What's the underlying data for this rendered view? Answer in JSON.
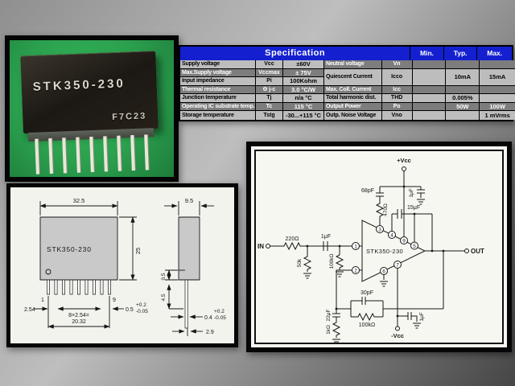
{
  "colors": {
    "table_header_blue": "#1420d0",
    "row_dark": "#7d7d7d",
    "row_light": "#bdbdbd",
    "photo_green": "#2fb257",
    "panel_frame": "#060606"
  },
  "photo": {
    "chip_label": "STK350-230",
    "chip_code": "F7C23"
  },
  "spec_table": {
    "title": "Specification",
    "value_headers": [
      "Min.",
      "Typ.",
      "Max."
    ],
    "left_rows": [
      {
        "name": "Supply voltage",
        "symbol": "Vcc",
        "value": "±60V"
      },
      {
        "name": "Max.Supply voltage",
        "symbol": "Vccmax",
        "value": "± 75V"
      },
      {
        "name": "Input impedance",
        "symbol": "Pi",
        "value": "100Kohm"
      },
      {
        "name": "Thermal resistance",
        "symbol": "Θ j-c",
        "value": "3.0 °C/W"
      },
      {
        "name": "Junction temperature",
        "symbol": "Tj",
        "value": "n/a °C"
      },
      {
        "name": "Operating IC substrate temp.",
        "symbol": "Tc",
        "value": "115 °C"
      },
      {
        "name": "Storage temperature",
        "symbol": "Tstg",
        "value": "-30...+115 °C"
      }
    ],
    "right_rows": [
      {
        "name": "Neutral voltage",
        "symbol": "Vn",
        "min": "",
        "typ": "",
        "max": ""
      },
      {
        "name": "Quiescent Current",
        "symbol": "Icco",
        "min": "",
        "typ": "10mA",
        "max": "15mA"
      },
      {
        "name": "Max. Coll. Current",
        "symbol": "Icc",
        "min": "",
        "typ": "",
        "max": ""
      },
      {
        "name": "Total harmonic dist.",
        "symbol": "THD",
        "min": "",
        "typ": "0.005%",
        "max": ""
      },
      {
        "name": "Output Power",
        "symbol": "Po",
        "min": "",
        "typ": "50W",
        "max": "100W"
      },
      {
        "name": "Outp. Noise Voltage",
        "symbol": "Vno",
        "min": "",
        "typ": "",
        "max": "1 mVrms"
      }
    ]
  },
  "drawing": {
    "part": "STK350-230",
    "w": "32.5",
    "h": "25",
    "p_first": "1",
    "p_last": "9",
    "pitch": "2.54",
    "pinw": "0.5",
    "tol_p": "+0.2",
    "tol_m": "-0.05",
    "total1": "8×2.54=",
    "total2": "20.32",
    "side_w": "9.5",
    "step": "0.5",
    "lead": "4.5",
    "pint": "0.4",
    "tol_p2": "+0.2",
    "tol_m2": "-0.05",
    "tip": "2.9"
  },
  "schematic": {
    "vcc_pos": "+Vcc",
    "vcc_neg": "-Vcc",
    "in": "IN",
    "out": "OUT",
    "chip": "STK350-230",
    "r_in": "220Ω",
    "r_shunt1": "50k",
    "c_in": "1μF",
    "r_shunt2": "100kΩ",
    "c_boot": "68pF",
    "r_boot": "470Ω",
    "c_rail": "1μF",
    "c_15u": "15μF",
    "c_fb": "30pF",
    "r_fb": "100kΩ",
    "c_22u": "22μF",
    "r_1k": "1kΩ",
    "c_1u_bot": "1μF",
    "pin1": "1",
    "pin2": "2",
    "pin3": "3",
    "pin4": "4",
    "pin5": "5",
    "pin6": "6",
    "pin7": "7",
    "pin9": "9"
  }
}
